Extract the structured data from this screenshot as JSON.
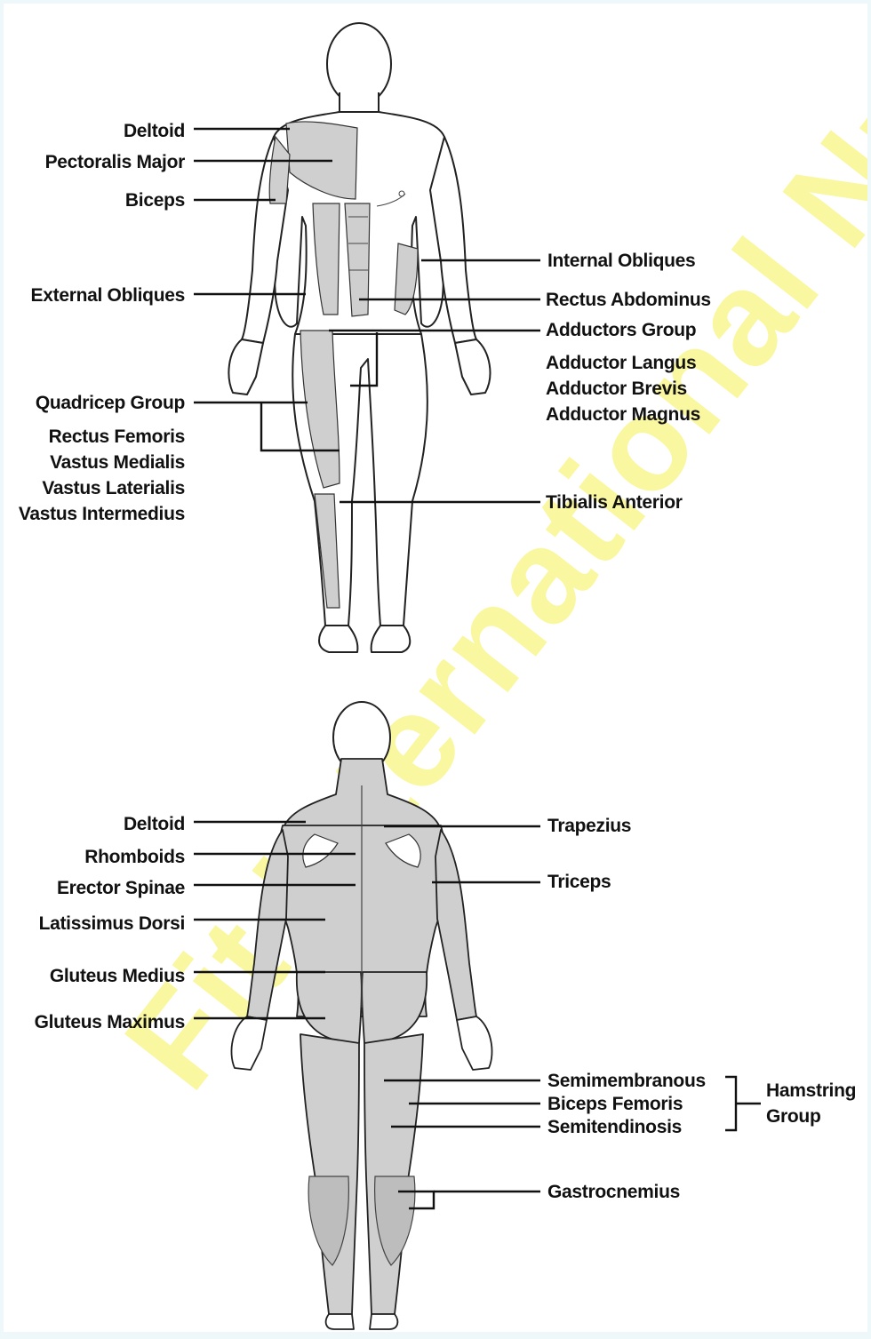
{
  "front_left": [
    "Deltoid",
    "Pectoralis Major",
    "Biceps",
    "External Obliques",
    "Quadricep Group",
    "Rectus Femoris",
    "Vastus Medialis",
    "Vastus Laterialis",
    "Vastus Intermedius"
  ],
  "front_right": [
    "Internal Obliques",
    "Rectus Abdominus",
    "Adductors Group",
    "Adductor Langus",
    "Adductor Brevis",
    "Adductor Magnus",
    "Tibialis Anterior"
  ],
  "back_left": [
    "Deltoid",
    "Rhomboids",
    "Erector Spinae",
    "Latissimus Dorsi",
    "Gluteus Medius",
    "Gluteus Maximus"
  ],
  "back_right": [
    "Trapezius",
    "Triceps",
    "Semimembranous",
    "Biceps Femoris",
    "Semitendinosis",
    "Gastrocnemius"
  ],
  "hamstring": [
    "Hamstring",
    "Group"
  ],
  "watermark": "Fit International Nutrition",
  "colors": {
    "muscle": "#cfcfcf",
    "outline": "#222222",
    "label": "#111111",
    "watermark": "#f6f255"
  }
}
